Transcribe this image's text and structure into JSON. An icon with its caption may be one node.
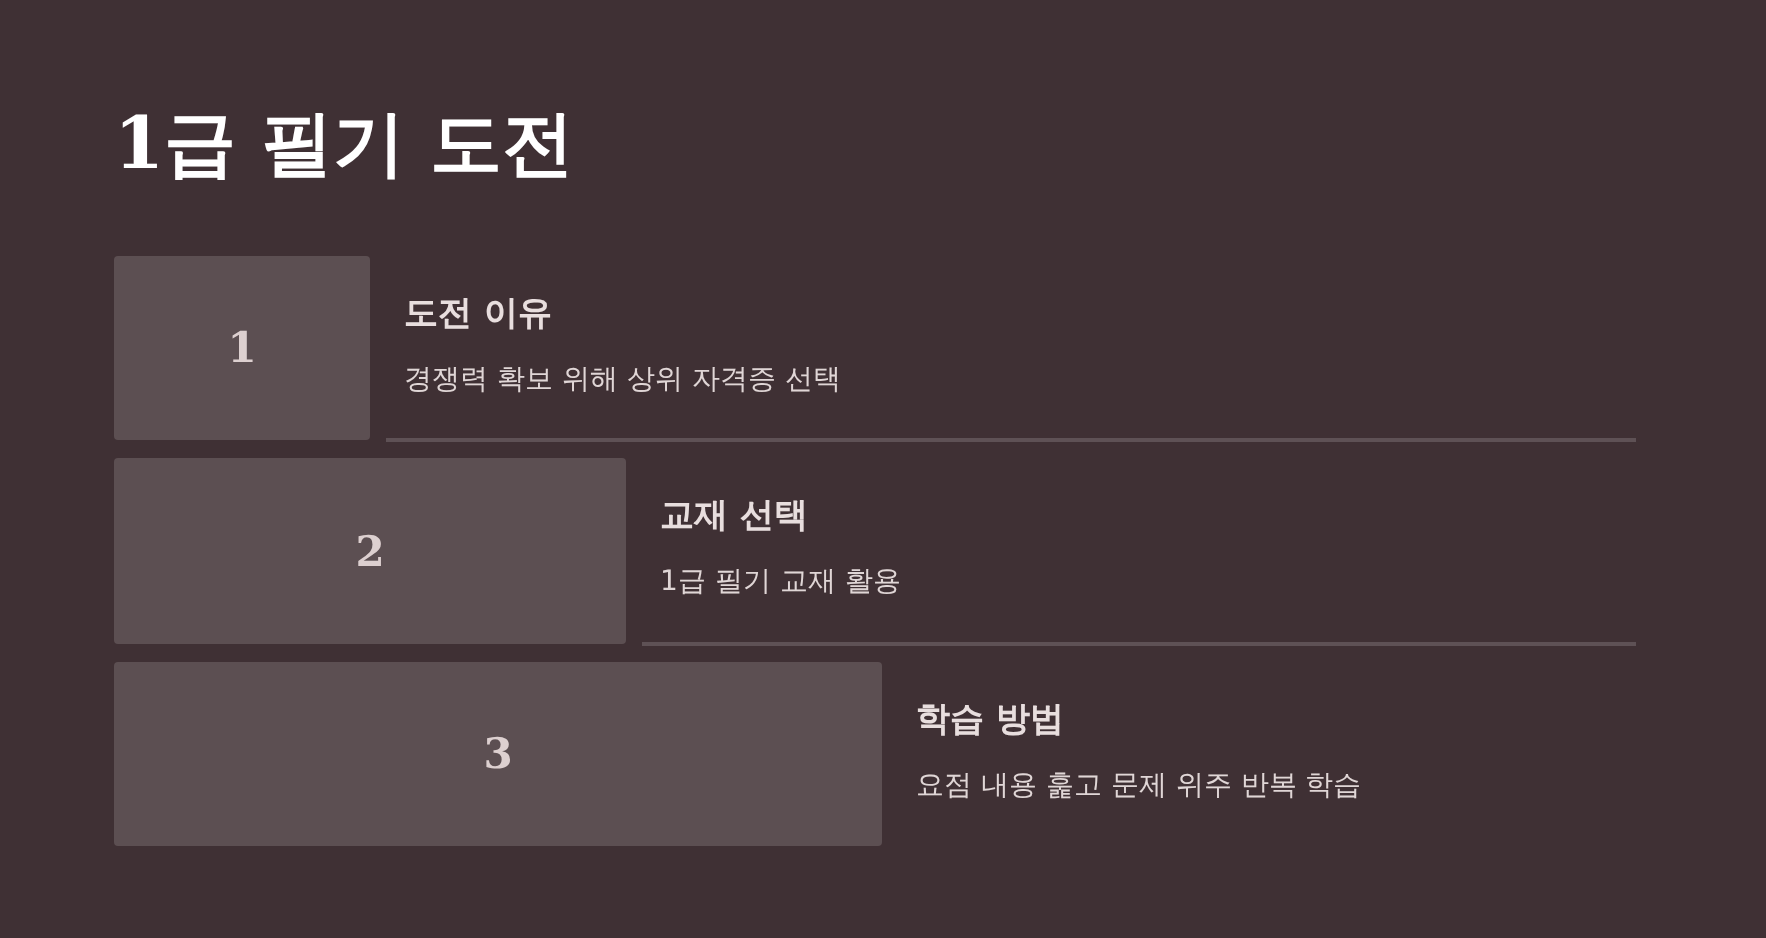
{
  "diagram": {
    "title": "1급 필기 도전",
    "nodes": [
      {
        "text": [
          "1"
        ],
        "beside": [
          "도전 이유",
          "경쟁력 확보 위해 상위 자격증 선택"
        ]
      },
      {
        "text": [
          "2"
        ],
        "beside": [
          "교재 선택",
          "1급 필기 교재 활용"
        ]
      },
      {
        "text": [
          "3"
        ],
        "beside": [
          "학습 방법",
          "요점 내용 훑고 문제 위주 반복 학습"
        ]
      }
    ]
  }
}
